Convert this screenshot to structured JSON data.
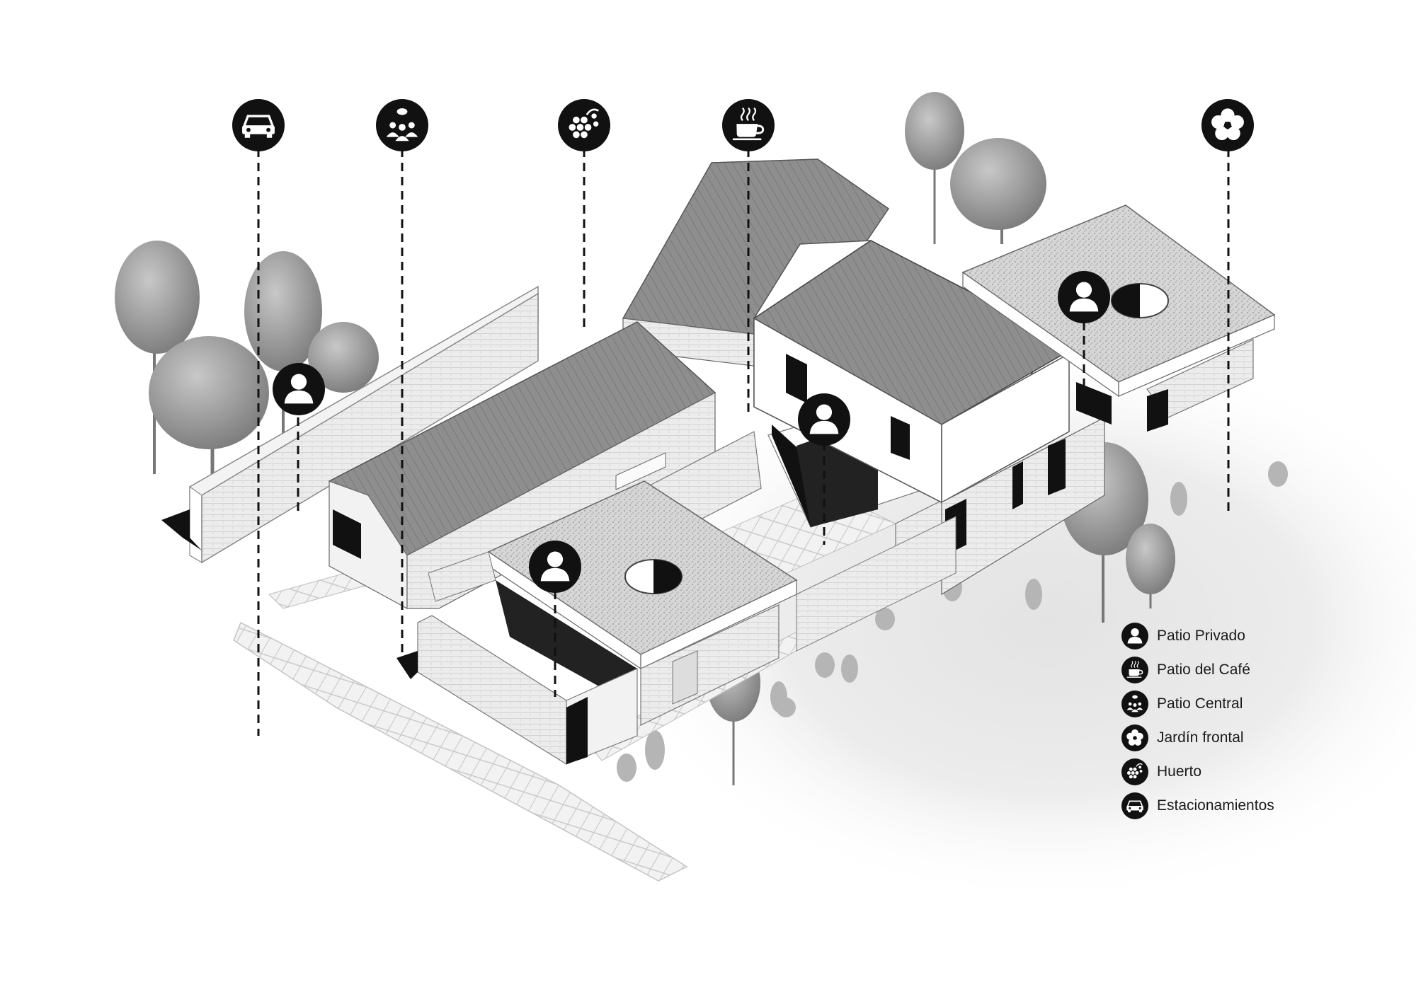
{
  "legend": {
    "items": [
      {
        "key": "private",
        "icon": "person-icon",
        "label": "Patio Privado"
      },
      {
        "key": "cafe",
        "icon": "coffee-cup-icon",
        "label": "Patio del Café"
      },
      {
        "key": "central",
        "icon": "group-chat-icon",
        "label": "Patio Central"
      },
      {
        "key": "garden",
        "icon": "flower-icon",
        "label": "Jardín frontal"
      },
      {
        "key": "orchard",
        "icon": "grapes-icon",
        "label": "Huerto"
      },
      {
        "key": "parking",
        "icon": "car-icon",
        "label": "Estacionamientos"
      }
    ]
  },
  "colors": {
    "icon_fill": "#111111",
    "roof_gable": "#8e8e8e",
    "roof_green": "#d4d4d4",
    "wall": "#ebebeb",
    "wall_white": "#ffffff",
    "tree": "#9a9a9a",
    "ground_shadow": "#e6e6e6"
  }
}
